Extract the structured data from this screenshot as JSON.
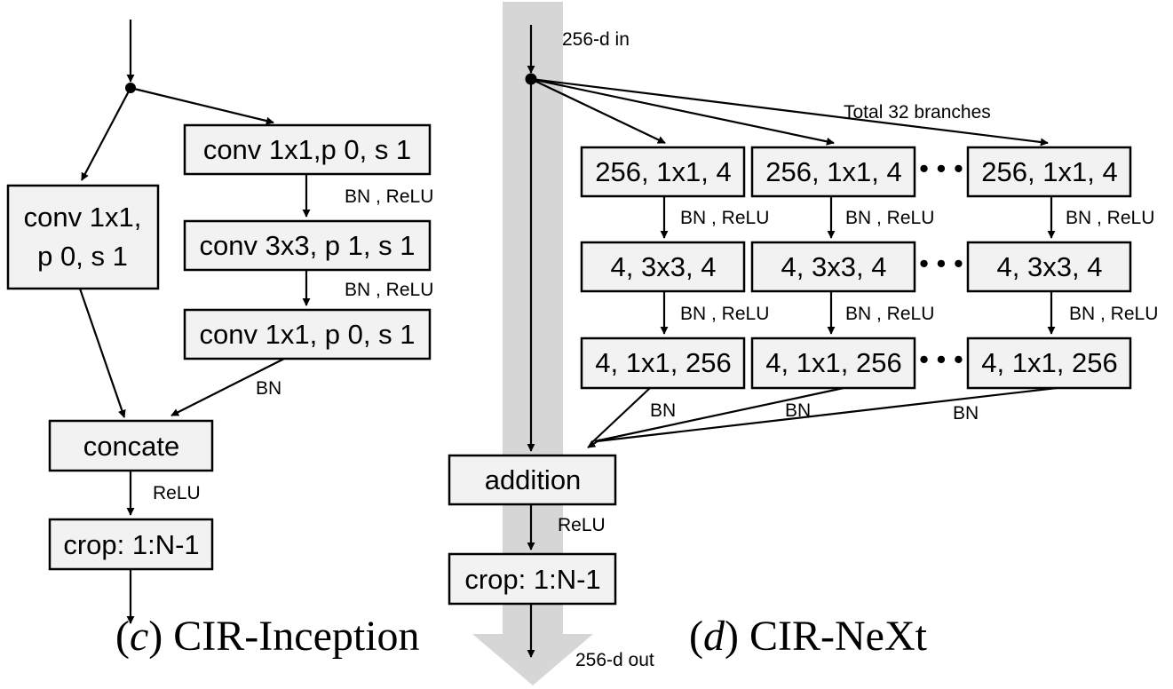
{
  "inception": {
    "branch_left": {
      "line1": "conv 1x1,",
      "line2": "p 0, s 1"
    },
    "branch_right": [
      {
        "label": "conv 1x1,p 0, s 1"
      },
      {
        "label": "conv 3x3, p 1, s 1"
      },
      {
        "label": "conv 1x1, p 0, s 1"
      }
    ],
    "edge_labels": {
      "bn_relu_1": "BN , ReLU",
      "bn_relu_2": "BN , ReLU",
      "bn": "BN",
      "relu": "ReLU"
    },
    "concat": "concate",
    "crop": "crop: 1:N-1",
    "caption_letter": "c",
    "caption_text": "CIR-Inception"
  },
  "next": {
    "input_label": "256-d in",
    "output_label": "256-d out",
    "branches_label": "Total 32 branches",
    "columns": [
      {
        "row1": "256, 1x1, 4",
        "row2": "4, 3x3, 4",
        "row3": "4, 1x1, 256"
      },
      {
        "row1": "256, 1x1, 4",
        "row2": "4, 3x3, 4",
        "row3": "4, 1x1, 256"
      },
      {
        "row1": "256, 1x1, 4",
        "row2": "4, 3x3, 4",
        "row3": "4, 1x1, 256"
      }
    ],
    "bn_relu": "BN , ReLU",
    "bn": "BN",
    "ellipsis": "• • •",
    "addition": "addition",
    "relu": "ReLU",
    "crop": "crop: 1:N-1",
    "caption_letter": "d",
    "caption_text": "CIR-NeXt"
  }
}
